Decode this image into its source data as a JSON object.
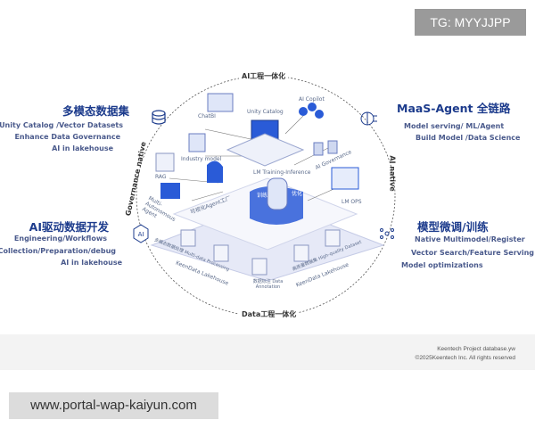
{
  "watermark": "TG: MYYJJPP",
  "url_banner": "www.portal-wap-kaiyun.com",
  "arc_labels": {
    "top": "AI工程一体化",
    "bottom": "Data工程一体化",
    "left": "Governance native",
    "right": "AI native"
  },
  "sections": {
    "multimodal": {
      "title": "多模态数据集",
      "items": [
        "Unity Catalog /Vector Datasets",
        "Enhance Data Governance",
        "AI in lakehouse"
      ]
    },
    "ai_dev": {
      "title": "AI驱动数据开发",
      "items": [
        "Engineering/Workflows",
        "Collection/Preparation/debug",
        "AI in lakehouse"
      ]
    },
    "maas": {
      "title": "MaaS-Agent 全链路",
      "items": [
        "Model serving/ ML/Agent",
        "Build Model /Data Science"
      ]
    },
    "finetune": {
      "title": "模型微调/训练",
      "items": [
        "Native Multimodel/Register",
        "Vector Search/Feature Serving",
        "Model optimizations"
      ]
    }
  },
  "nodes": {
    "chatbi": "ChatBI",
    "unity": "Unity Catalog",
    "copilot": "AI Copilot",
    "industry": "Industry model",
    "lm_train": "LM Training-Inference",
    "governance": "AI Governance",
    "lmops": "LM OPS",
    "rag": "RAG",
    "multi_agent": "Multi-Autonomous Agent",
    "agent_factory": "可视化Agent工厂",
    "train": "训练",
    "optimize": "优化",
    "multi_data": "多模态数据处理 Multi-data Processing",
    "lakehouse_left": "KeenData Lakehouse",
    "lakehouse_right": "KeenData Lakehouse",
    "annotation": "数据标注 Data Annotation",
    "dataset": "高质量数据集 High-quality Dataset"
  },
  "footer": {
    "line1": "Keentech Project database.yw",
    "line2": "©2025Keentech Inc. All rights reserved"
  },
  "colors": {
    "accent": "#1c3b8c",
    "primary_blue": "#2a5bd7"
  }
}
